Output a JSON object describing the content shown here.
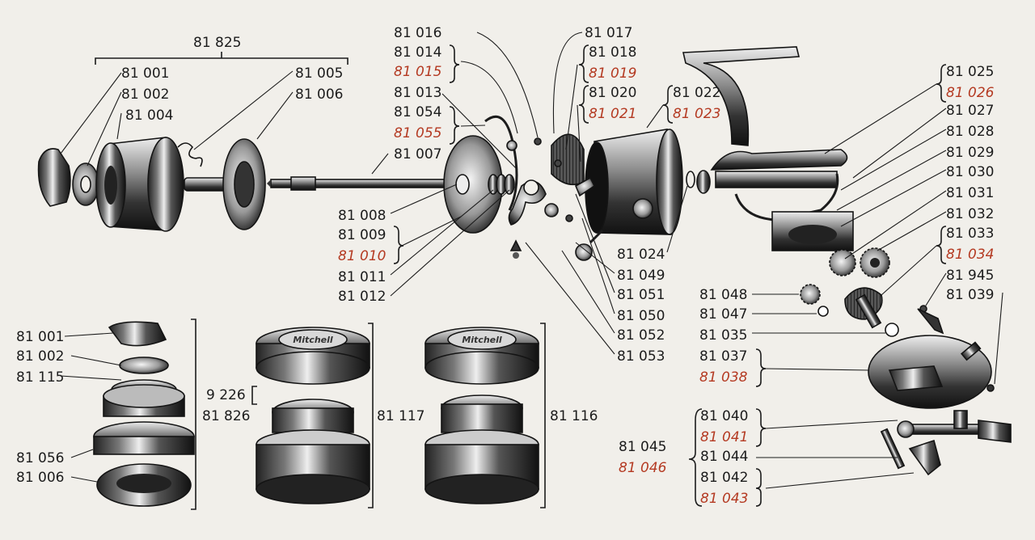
{
  "colors": {
    "paper": "#f1efea",
    "ink": "#1c1c1c",
    "red_part": "#b43a22"
  },
  "labels": {
    "p81825": "81 825",
    "p81001": "81 001",
    "p81002": "81 002",
    "p81004": "81 004",
    "p81005": "81 005",
    "p81006": "81 006",
    "p81016": "81 016",
    "p81014": "81 014",
    "p81015": "81 015",
    "p81013": "81 013",
    "p81054": "81 054",
    "p81055": "81 055",
    "p81007": "81 007",
    "p81017": "81 017",
    "p81018": "81 018",
    "p81019": "81 019",
    "p81020": "81 020",
    "p81021": "81 021",
    "p81022": "81 022",
    "p81023": "81 023",
    "p81025": "81 025",
    "p81026": "81 026",
    "p81027": "81 027",
    "p81028": "81 028",
    "p81029": "81 029",
    "p81030": "81 030",
    "p81031": "81 031",
    "p81032": "81 032",
    "p81033": "81 033",
    "p81034": "81 034",
    "p81945": "81 945",
    "p81039": "81 039",
    "p81008": "81 008",
    "p81009": "81 009",
    "p81010": "81 010",
    "p81011": "81 011",
    "p81012": "81 012",
    "p81024": "81 024",
    "p81049": "81 049",
    "p81051": "81 051",
    "p81050": "81 050",
    "p81052": "81 052",
    "p81053": "81 053",
    "p81048": "81 048",
    "p81047": "81 047",
    "p81035": "81 035",
    "p81037": "81 037",
    "p81038": "81 038",
    "b81001": "81 001",
    "b81002": "81 002",
    "b81115": "81 115",
    "b81056": "81 056",
    "b81006": "81 006",
    "p9226": "9 226",
    "p81826": "81 826",
    "p81117": "81 117",
    "p81116": "81 116",
    "p81040": "81 040",
    "p81041": "81 041",
    "p81045": "81 045",
    "p81046": "81 046",
    "p81044": "81 044",
    "p81042": "81 042",
    "p81043": "81 043"
  },
  "spool_logo_text": "Mitchell"
}
